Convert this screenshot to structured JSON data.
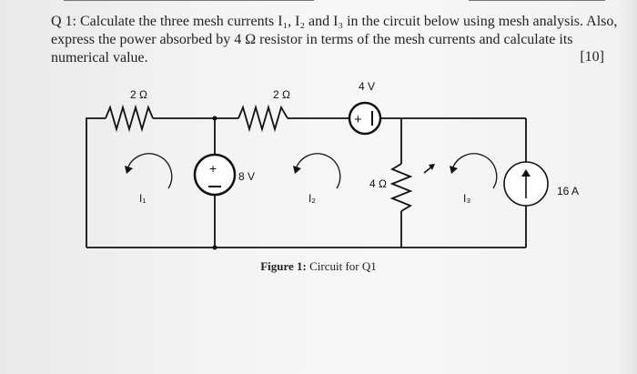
{
  "question": {
    "line1": "Q 1: Calculate the three mesh currents I₁, I₂ and I₃ in the circuit below using mesh analysis. Also,",
    "line2": "express the power absorbed by 4 Ω resistor in terms of the mesh currents and calculate its",
    "line3": "numerical value.",
    "marks": "[10]"
  },
  "circuit": {
    "r1_label": "2 Ω",
    "r2_label": "2 Ω",
    "v4_label": "4 V",
    "v8_label": "8 V",
    "r4_label": "4 Ω",
    "i16_label": "16 A",
    "mesh1": "I₁",
    "mesh2": "I₂",
    "mesh3": "I₃",
    "plus": "+",
    "minus": "−"
  },
  "caption": {
    "bold": "Figure 1:",
    "text": " Circuit for Q1"
  }
}
